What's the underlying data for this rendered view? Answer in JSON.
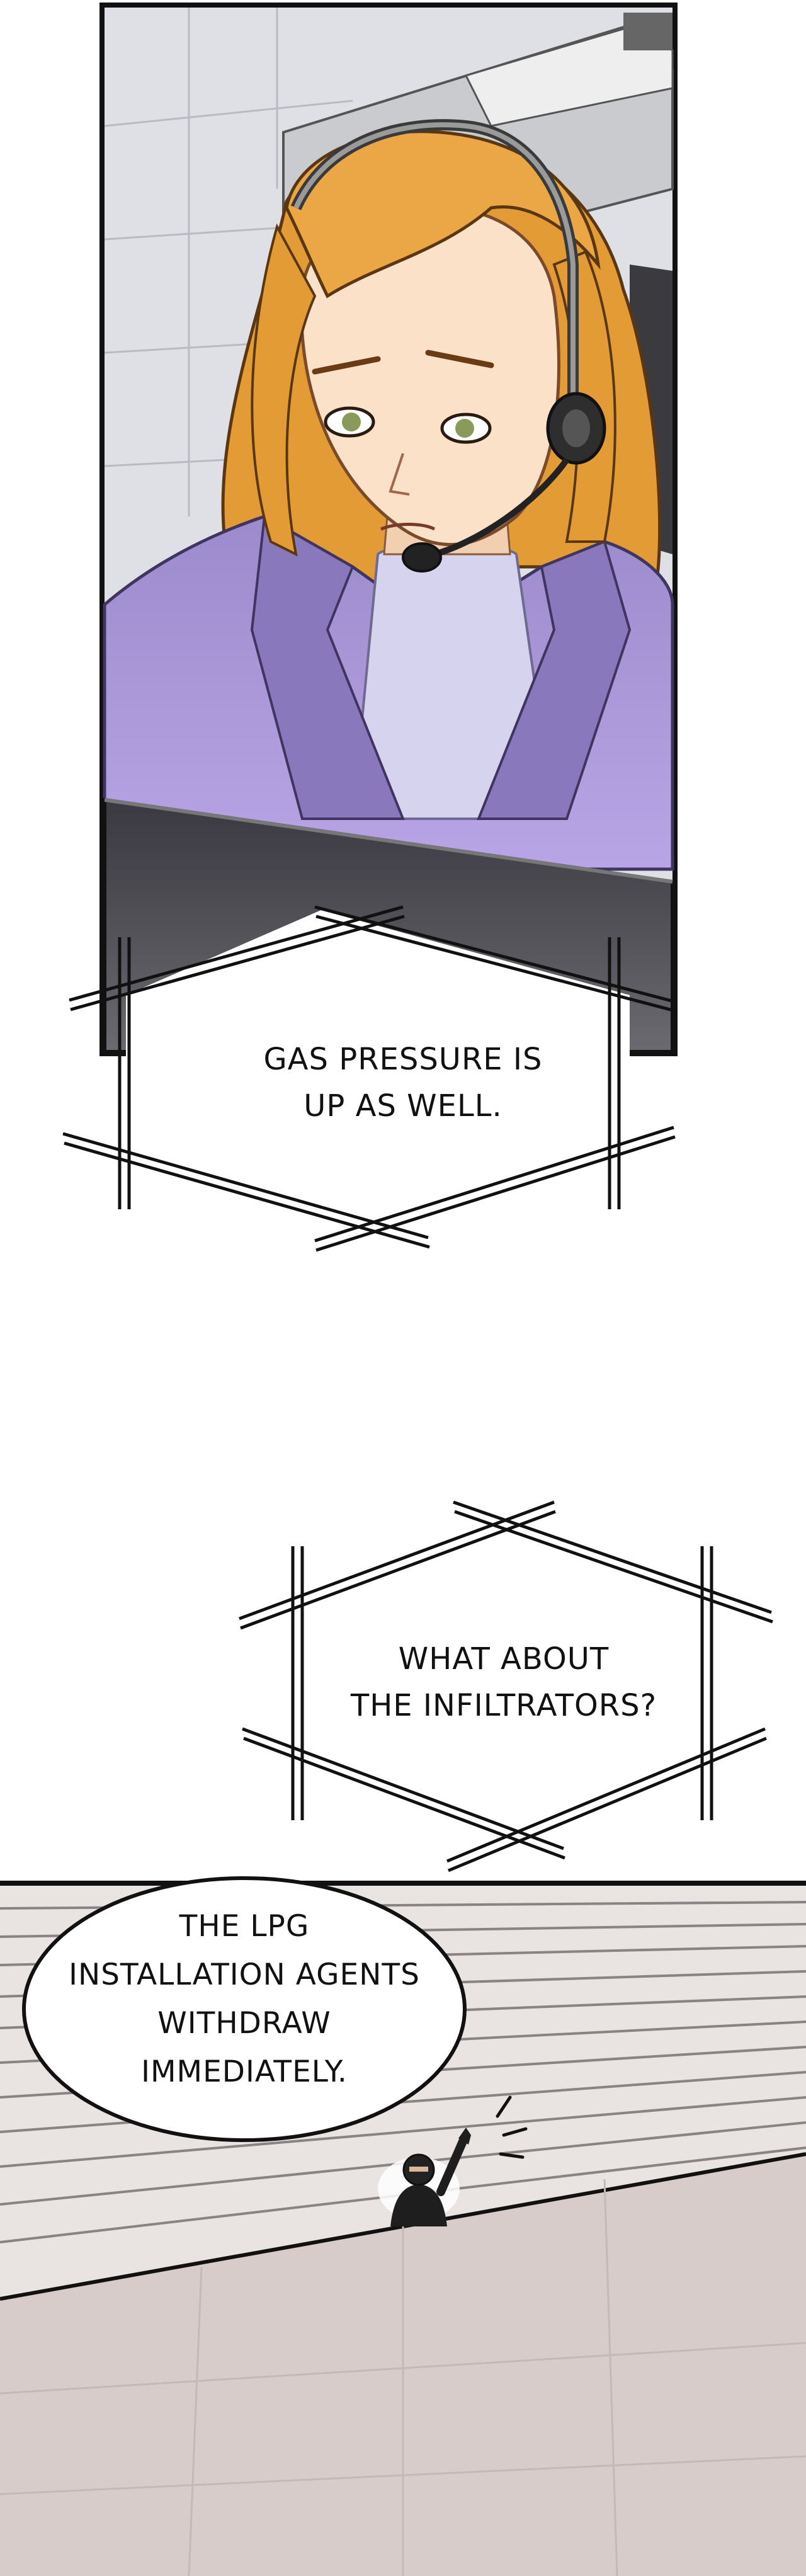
{
  "panels": {
    "top": {
      "character": "woman-with-headset"
    },
    "bottom": {
      "character": "masked-infiltrator-waving"
    }
  },
  "captions": [
    {
      "lines": [
        "GAS PRESSURE IS",
        "UP AS WELL."
      ]
    },
    {
      "lines": [
        "WHAT ABOUT",
        "THE INFILTRATORS?"
      ]
    }
  ],
  "speech_bubble": {
    "lines": [
      "THE LPG",
      "INSTALLATION AGENTS",
      "WITHDRAW",
      "IMMEDIATELY."
    ]
  },
  "colors": {
    "panel_border": "#111111",
    "suit": "#8f7fc4",
    "turtleneck": "#d6d3ef",
    "hair": "#e8a640",
    "skin": "#fbe1c8",
    "ground": "#d8cccb",
    "monitor": "#36343b"
  }
}
